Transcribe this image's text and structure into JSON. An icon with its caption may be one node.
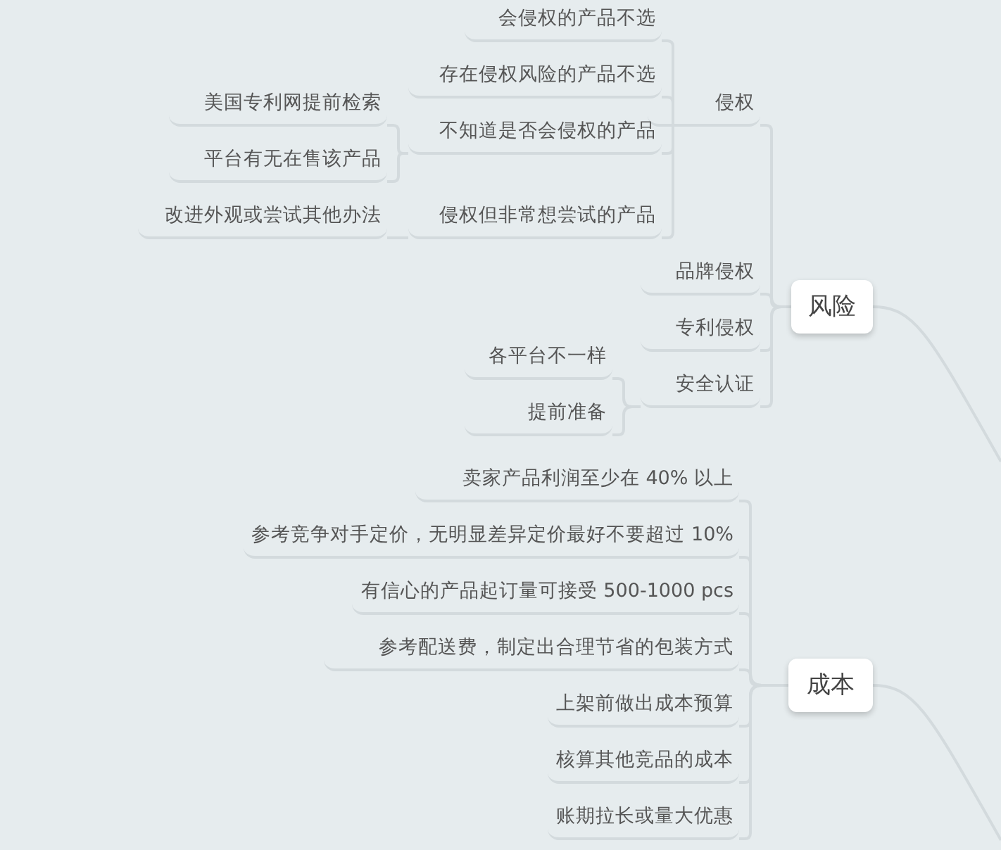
{
  "diagram": {
    "nodes": [
      {
        "text": [
          "风险"
        ]
      },
      {
        "text": [
          "侵权"
        ]
      },
      {
        "text": [
          "会侵权的产品不选"
        ]
      },
      {
        "text": [
          "存在侵权风险的产品不选"
        ]
      },
      {
        "text": [
          "不知道是否会侵权的产品"
        ]
      },
      {
        "text": [
          "美国专利网提前检索"
        ]
      },
      {
        "text": [
          "平台有无在售该产品"
        ]
      },
      {
        "text": [
          "侵权但非常想尝试的产品"
        ]
      },
      {
        "text": [
          "改进外观或尝试其他办法"
        ]
      },
      {
        "text": [
          "品牌侵权"
        ]
      },
      {
        "text": [
          "专利侵权"
        ]
      },
      {
        "text": [
          "安全认证"
        ]
      },
      {
        "text": [
          "各平台不一样"
        ]
      },
      {
        "text": [
          "提前准备"
        ]
      },
      {
        "text": [
          "成本"
        ]
      },
      {
        "text": [
          "卖家产品利润至少在 40% 以上"
        ]
      },
      {
        "text": [
          "参考竞争对手定价，无明显差异定价最好不要超过 10%"
        ]
      },
      {
        "text": [
          "有信心的产品起订量可接受 500-1000 pcs"
        ]
      },
      {
        "text": [
          "参考配送费，制定出合理节省的包装方式"
        ]
      },
      {
        "text": [
          "上架前做出成本预算"
        ]
      },
      {
        "text": [
          "核算其他竞品的成本"
        ]
      },
      {
        "text": [
          "账期拉长或量大优惠"
        ]
      }
    ],
    "edges": [
      {
        "from": null,
        "to": 0,
        "arrow": "none"
      },
      {
        "from": 0,
        "to": 1,
        "arrow": "none"
      },
      {
        "from": 1,
        "to": 2,
        "arrow": "none"
      },
      {
        "from": 1,
        "to": 3,
        "arrow": "none"
      },
      {
        "from": 1,
        "to": 4,
        "arrow": "none"
      },
      {
        "from": 4,
        "to": 5,
        "arrow": "none"
      },
      {
        "from": 4,
        "to": 6,
        "arrow": "none"
      },
      {
        "from": 1,
        "to": 7,
        "arrow": "none"
      },
      {
        "from": 7,
        "to": 8,
        "arrow": "none"
      },
      {
        "from": 0,
        "to": 9,
        "arrow": "none"
      },
      {
        "from": 0,
        "to": 10,
        "arrow": "none"
      },
      {
        "from": 0,
        "to": 11,
        "arrow": "none"
      },
      {
        "from": 11,
        "to": 12,
        "arrow": "none"
      },
      {
        "from": 11,
        "to": 13,
        "arrow": "none"
      },
      {
        "from": null,
        "to": 14,
        "arrow": "none"
      },
      {
        "from": 14,
        "to": 15,
        "arrow": "none"
      },
      {
        "from": 14,
        "to": 16,
        "arrow": "none"
      },
      {
        "from": 14,
        "to": 17,
        "arrow": "none"
      },
      {
        "from": 14,
        "to": 18,
        "arrow": "none"
      },
      {
        "from": 14,
        "to": 19,
        "arrow": "none"
      },
      {
        "from": 14,
        "to": 20,
        "arrow": "none"
      },
      {
        "from": 14,
        "to": 21,
        "arrow": "none"
      }
    ]
  }
}
